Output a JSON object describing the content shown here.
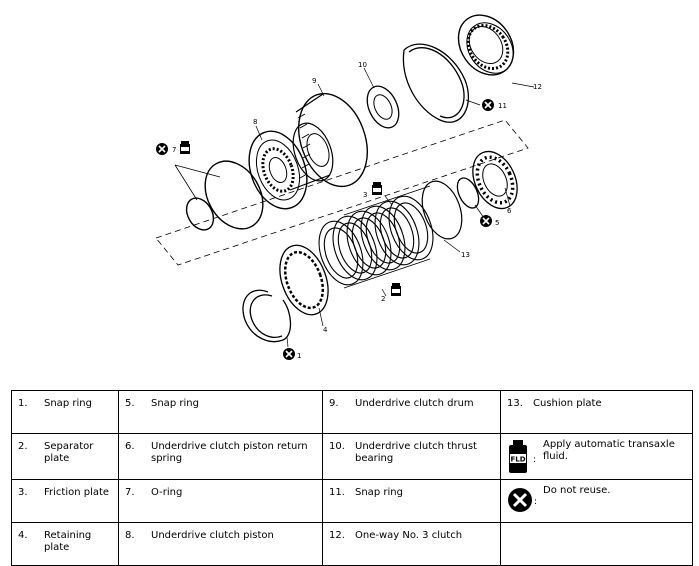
{
  "diagram": {
    "callouts": [
      "1",
      "2",
      "3",
      "4",
      "5",
      "6",
      "7",
      "8",
      "9",
      "10",
      "11",
      "12",
      "13"
    ],
    "fld_label": "FLD"
  },
  "legend": {
    "rows": [
      [
        {
          "num": "1.",
          "text": "Snap ring"
        },
        {
          "num": "5.",
          "text": "Snap ring"
        },
        {
          "num": "9.",
          "text": "Underdrive clutch drum"
        },
        {
          "num": "13.",
          "text": "Cushion plate"
        }
      ],
      [
        {
          "num": "2.",
          "text": "Separator plate"
        },
        {
          "num": "6.",
          "text": "Underdrive clutch piston return spring"
        },
        {
          "num": "10.",
          "text": "Underdrive clutch thrust bearing"
        },
        {
          "symbol": "fld-icon",
          "text": "Apply automatic transaxle fluid."
        }
      ],
      [
        {
          "num": "3.",
          "text": "Friction plate"
        },
        {
          "num": "7.",
          "text": "O-ring"
        },
        {
          "num": "11.",
          "text": "Snap ring"
        },
        {
          "symbol": "do-not-reuse-icon",
          "text": "Do not reuse."
        }
      ],
      [
        {
          "num": "4.",
          "text": "Retaining plate"
        },
        {
          "num": "8.",
          "text": "Underdrive clutch piston"
        },
        {
          "num": "12.",
          "text": "One-way No. 3 clutch"
        },
        {
          "text": ""
        }
      ]
    ]
  }
}
